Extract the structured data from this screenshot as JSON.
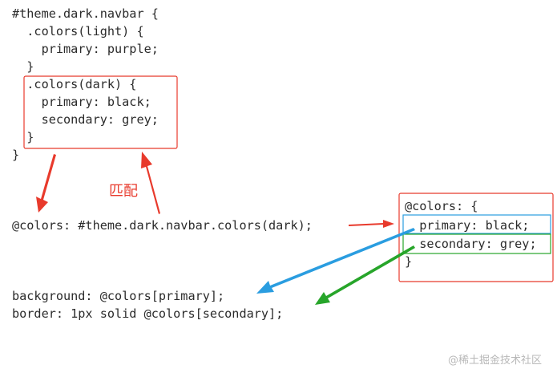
{
  "code_block": {
    "lines": [
      "#theme.dark.navbar {",
      "  .colors(light) {",
      "    primary: purple;",
      "  }",
      "  .colors(dark) {",
      "    primary: black;",
      "    secondary: grey;",
      "  }",
      "}"
    ]
  },
  "assign_line": "@colors: #theme.dark.navbar.colors(dark);",
  "match_label": "匹配",
  "result_block": {
    "lines": [
      "@colors: {",
      "  primary: black;",
      "  secondary: grey;",
      "}"
    ]
  },
  "usage_lines": [
    "background: @colors[primary];",
    "border: 1px solid @colors[secondary];"
  ],
  "watermark": "@稀土掘金技术社区",
  "colors": {
    "red": "#e83a2c",
    "blue": "#2a9de0",
    "green": "#27a52a"
  }
}
